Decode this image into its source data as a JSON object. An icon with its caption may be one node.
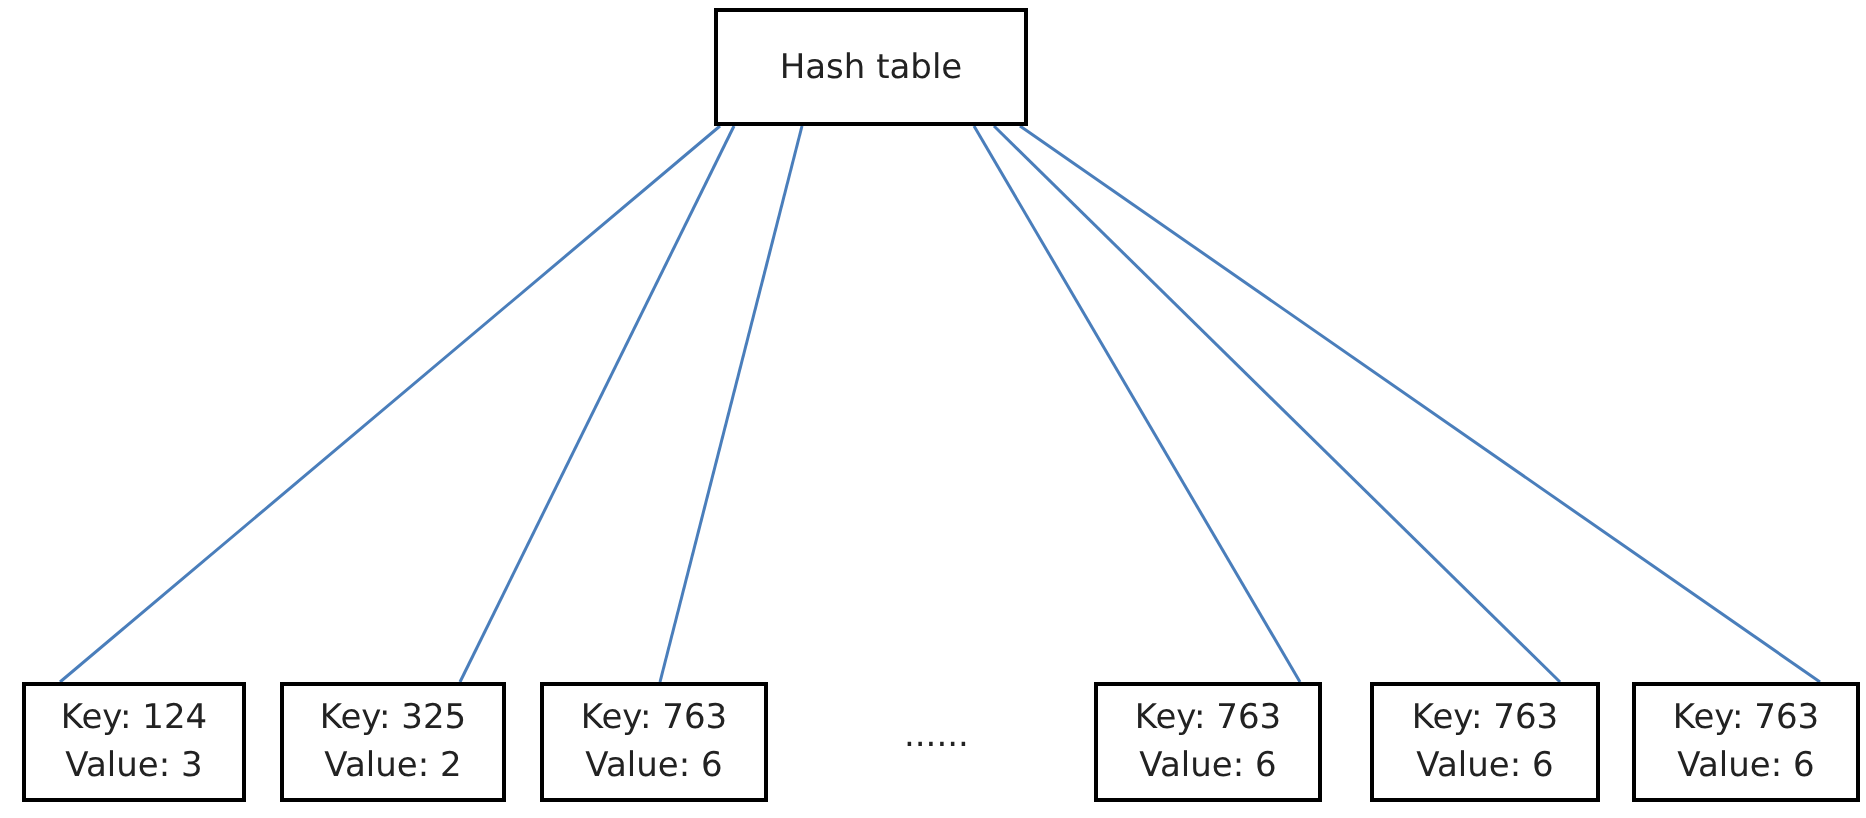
{
  "diagram": {
    "nodes": [
      {
        "text": [
          "Hash table"
        ]
      },
      {
        "text": [
          "Key: 124",
          "Value: 3"
        ]
      },
      {
        "text": [
          "Key: 325",
          "Value: 2"
        ]
      },
      {
        "text": [
          "Key: 763",
          "Value: 6"
        ]
      },
      {
        "text": [
          "Key: 763",
          "Value: 6"
        ]
      },
      {
        "text": [
          "Key: 763",
          "Value: 6"
        ]
      },
      {
        "text": [
          "Key: 763",
          "Value: 6"
        ]
      }
    ],
    "edges": [
      {
        "from": 0,
        "to": 1,
        "arrow": "none"
      },
      {
        "from": 0,
        "to": 2,
        "arrow": "none"
      },
      {
        "from": 0,
        "to": 3,
        "arrow": "none"
      },
      {
        "from": 0,
        "to": 4,
        "arrow": "none"
      },
      {
        "from": 0,
        "to": 5,
        "arrow": "none"
      },
      {
        "from": 0,
        "to": 6,
        "arrow": "none"
      }
    ],
    "labels": [
      "......"
    ]
  }
}
